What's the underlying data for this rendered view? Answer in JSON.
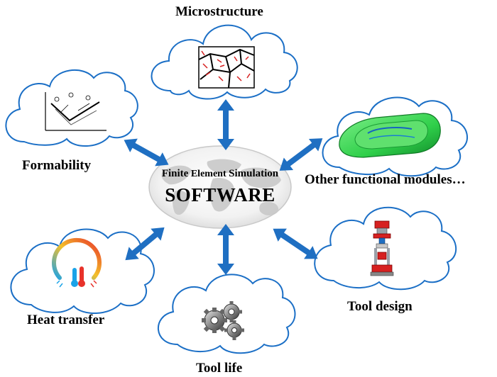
{
  "center": {
    "word1": "Finite",
    "word2": "Element",
    "word3": "Simulation",
    "title": "SOFTWARE"
  },
  "modules": {
    "microstructure": "Microstructure",
    "formability": "Formability",
    "other": "Other functional modules…",
    "heat_transfer": "Heat transfer",
    "tool_life": "Tool life",
    "tool_design": "Tool design"
  },
  "colors": {
    "arrow": "#1f6fc2",
    "cloud_stroke": "#1b6fc6",
    "globe": "#d9d9d9",
    "accent_green": "#3fd65a",
    "accent_red": "#d62020"
  }
}
